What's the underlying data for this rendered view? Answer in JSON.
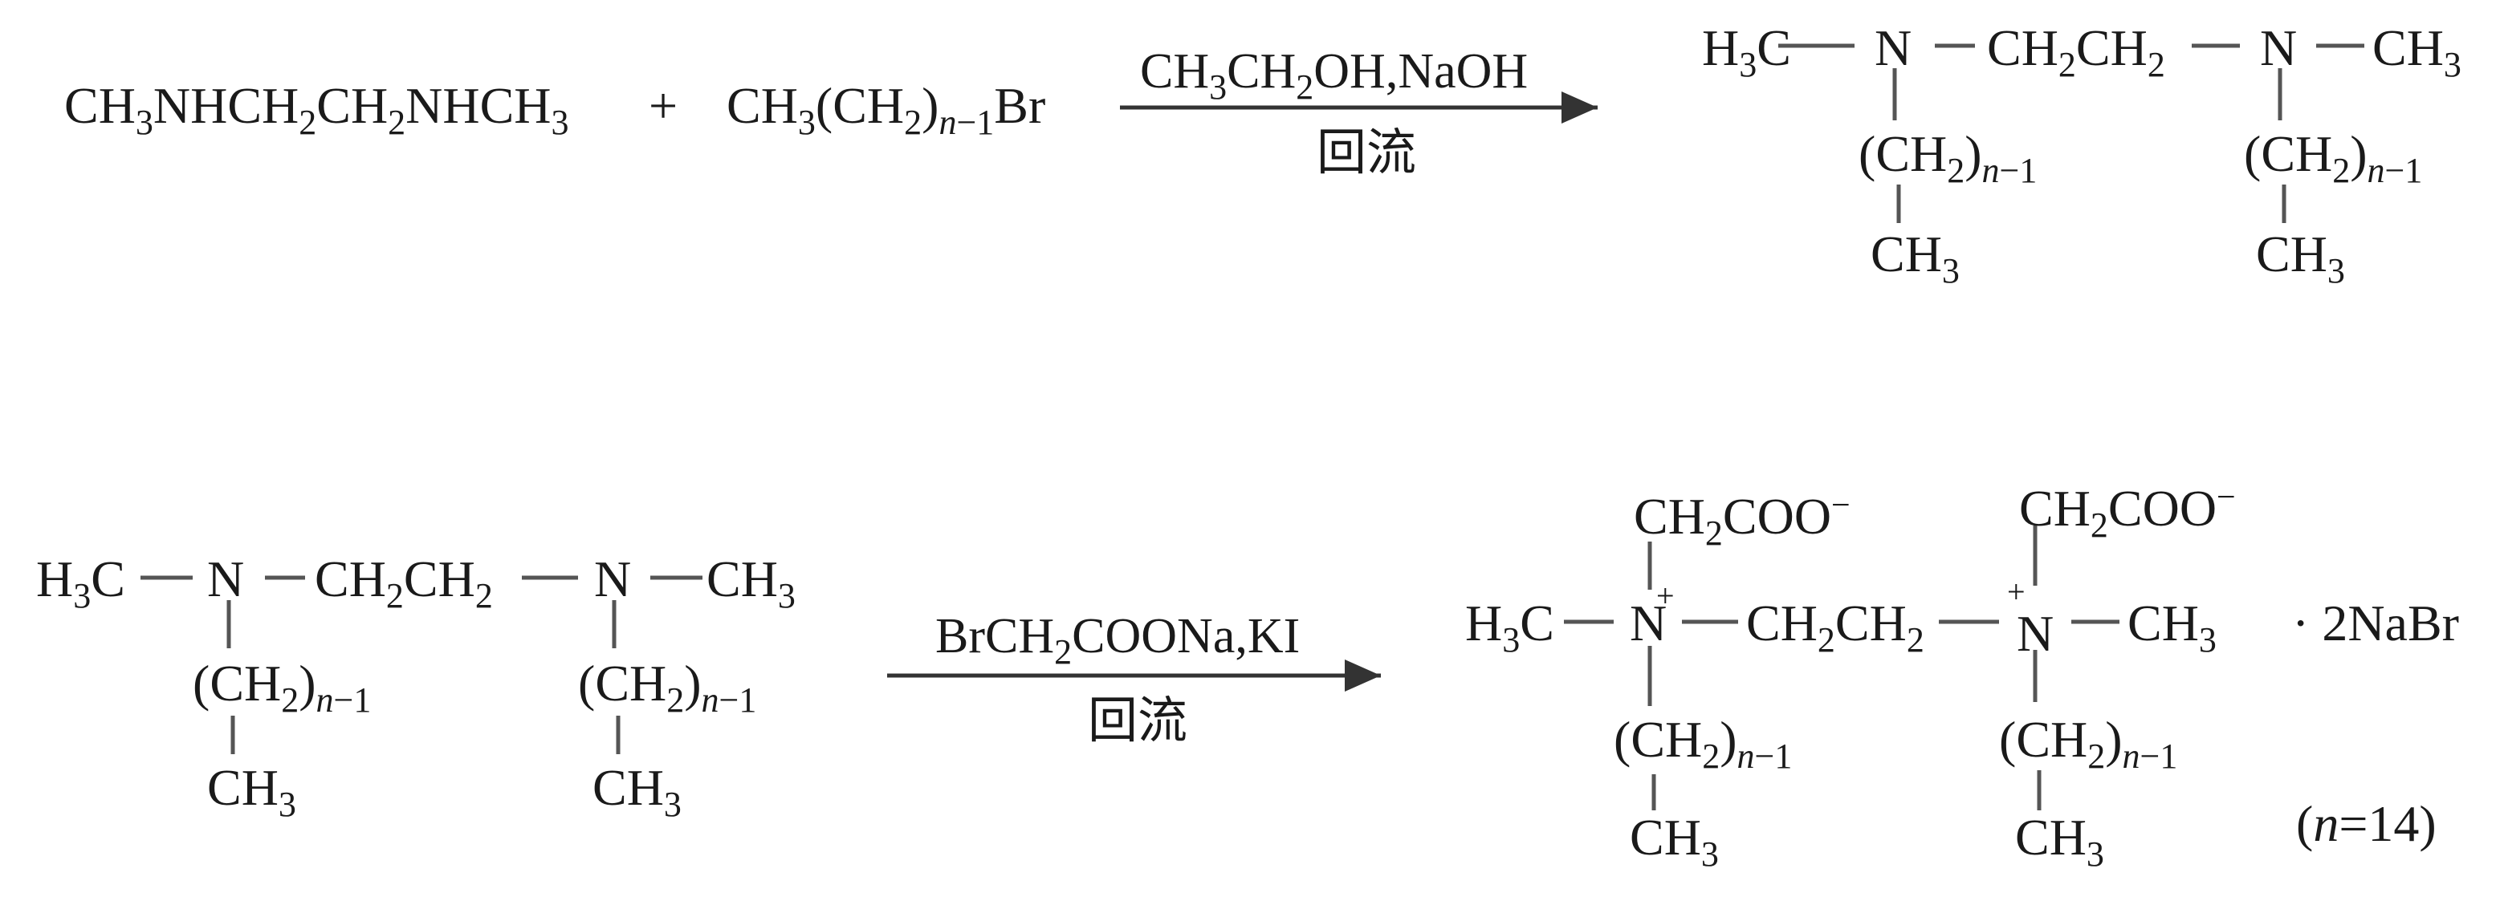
{
  "reaction1": {
    "reactant_a": {
      "parts": [
        "CH",
        "3",
        "NHCH",
        "2",
        "CH",
        "2",
        "NHCH",
        "3"
      ]
    },
    "plus": "+",
    "reactant_b": {
      "parts": [
        "CH",
        "3",
        "(CH",
        "2",
        ")",
        "n",
        "−1",
        "Br"
      ]
    },
    "reagents": {
      "parts": [
        "CH",
        "3",
        "CH",
        "2",
        "OH,NaOH"
      ]
    },
    "condition": "回流"
  },
  "reaction2": {
    "reagents": {
      "parts": [
        "BrCH",
        "2",
        "COONa,KI"
      ]
    },
    "condition": "回流"
  },
  "diamine": {
    "h3c": [
      "H",
      "3",
      "C"
    ],
    "n": "N",
    "bridge": [
      "CH",
      "2",
      "CH",
      "2"
    ],
    "ch3": [
      "CH",
      "3"
    ],
    "chain": [
      "(CH",
      "2",
      ")",
      "n",
      "−1"
    ],
    "terminal": [
      "CH",
      "3"
    ]
  },
  "product": {
    "carboxymethyl": [
      "CH",
      "2",
      "COO",
      "−"
    ],
    "n_plus": "N",
    "charge": "+",
    "salt": "· 2NaBr",
    "note": [
      "(",
      "n",
      "=14)"
    ]
  },
  "colors": {
    "text": "#1a1a1a",
    "bond": "#555555",
    "arrow": "#333333"
  }
}
